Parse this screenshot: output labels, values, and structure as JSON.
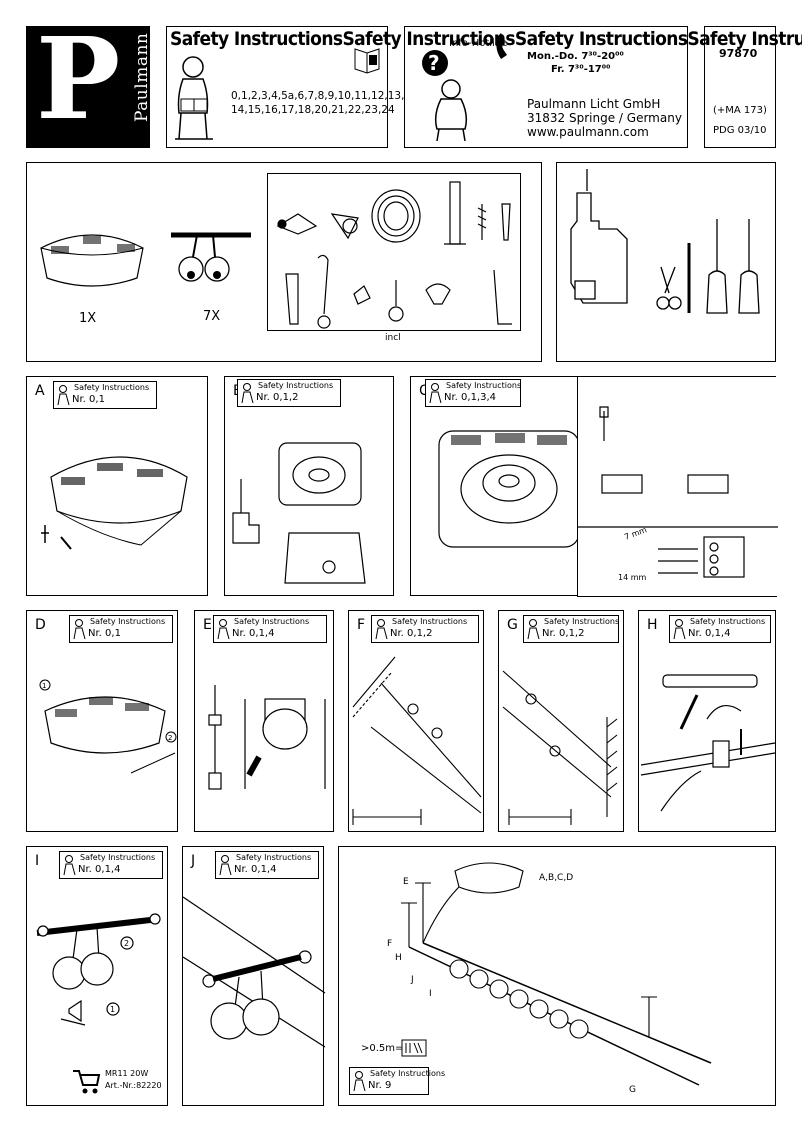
{
  "header": {
    "brand_letter": "P",
    "brand_name": "Paulmann",
    "banner_text": "Safety InstructionsSafety InstructionsSafety InstructionsSafety InstructionsSafety",
    "section_numbers": "0,1,2,3,4,5a,6,7,8,9,10,11,12,13,\n14,15,16,17,18,20,21,22,23,24",
    "hotline_label": "Info-Hotline",
    "hotline_hours_1": "Mon.-Do. 7³⁰-20⁰⁰",
    "hotline_hours_2": "Fr. 7³⁰-17⁰⁰",
    "company_name": "Paulmann Licht GmbH",
    "company_address": "31832 Springe / Germany",
    "company_web": "www.paulmann.com",
    "article_no": "97870",
    "article_ref": "(+MA 173)",
    "pdg": "PDG 03/10"
  },
  "parts": {
    "qty_1": "1X",
    "qty_2": "7X",
    "incl": "incl"
  },
  "steps": [
    {
      "letter": "A",
      "title": "Safety Instructions",
      "nr": "Nr. 0,1"
    },
    {
      "letter": "B",
      "title": "Safety Instructions",
      "nr": "Nr. 0,1,2"
    },
    {
      "letter": "C",
      "title": "Safety Instructions",
      "nr": "Nr. 0,1,3,4"
    },
    {
      "letter": "D",
      "title": "Safety Instructions",
      "nr": "Nr. 0,1"
    },
    {
      "letter": "E",
      "title": "Safety Instructions",
      "nr": "Nr. 0,1,4"
    },
    {
      "letter": "F",
      "title": "Safety Instructions",
      "nr": "Nr. 0,1,2"
    },
    {
      "letter": "G",
      "title": "Safety Instructions",
      "nr": "Nr. 0,1,2"
    },
    {
      "letter": "H",
      "title": "Safety Instructions",
      "nr": "Nr. 0,1,4"
    },
    {
      "letter": "I",
      "title": "Safety Instructions",
      "nr": "Nr. 0,1,4"
    },
    {
      "letter": "J",
      "title": "Safety Instructions",
      "nr": "Nr. 0,1,4"
    }
  ],
  "details": {
    "c_7mm": "7 mm",
    "c_14mm": "14 mm",
    "circle_1": "1",
    "circle_2": "2",
    "lamp_type": "MR11  20W",
    "lamp_article": "Art.-Nr.:82220"
  },
  "overview": {
    "label_abcd": "A,B,C,D",
    "label_e": "E",
    "label_f": "F",
    "label_h": "H",
    "label_j": "J",
    "label_i": "I",
    "label_g": "G",
    "distance": ">0.5m=",
    "final_title": "Safety Instructions",
    "final_nr": "Nr. 9"
  }
}
